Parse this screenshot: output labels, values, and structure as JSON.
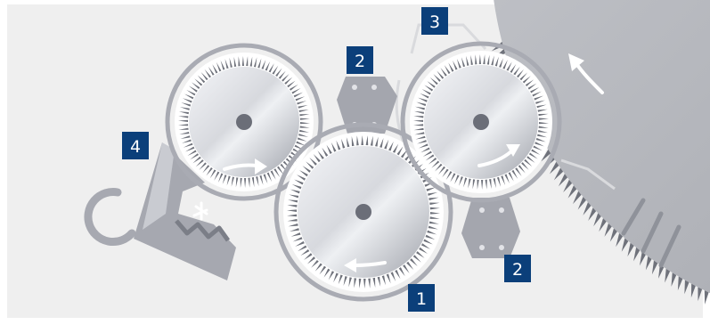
{
  "colors": {
    "background": "#efefef",
    "badge": "#0b3f7a",
    "badge_text": "#ffffff",
    "housing": "#a9abb3",
    "housing_dark": "#7f828c",
    "tooth": "#6f727b",
    "rotor_light": "#e9eaee",
    "rotor_dark": "#a5a8b0",
    "hub": "#6b6e78",
    "drum": "#b4b6bc",
    "arrow": "#ffffff"
  },
  "labels": [
    {
      "id": "1",
      "text": "1"
    },
    {
      "id": "2a",
      "text": "2"
    },
    {
      "id": "2b",
      "text": "2"
    },
    {
      "id": "3",
      "text": "3"
    },
    {
      "id": "4",
      "text": "4"
    }
  ],
  "icons": {
    "rotor": "toothed-roller-icon",
    "stripper": "stripper-plate-icon",
    "drum": "main-drum-icon",
    "hook": "hook-icon",
    "arrow": "rotation-arrow-icon"
  }
}
